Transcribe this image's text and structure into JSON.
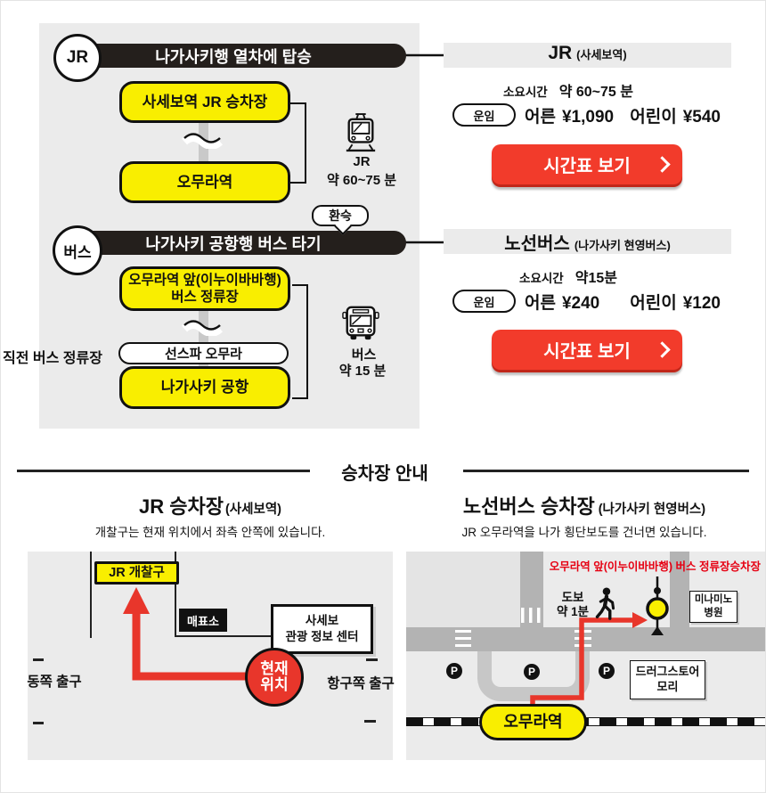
{
  "colors": {
    "yellow": "#f9ee00",
    "red_shape": "#e8362b",
    "red_text": "#e60012",
    "button_red": "#f23b2b",
    "panel_gray": "#ebebeb",
    "road_gray": "#b3b3b3",
    "banner_black": "#241f1c"
  },
  "flow": {
    "jr_badge": "JR",
    "jr_banner": "나가사키행 열차에 탑승",
    "jr_stop1": "사세보역 JR 승차장",
    "jr_stop2": "오무라역",
    "jr_mode": "JR",
    "jr_duration": "약 60~75 분",
    "transfer": "환승",
    "bus_badge": "버스",
    "bus_banner": "나가사키 공항행 버스 타기",
    "bus_stop1_l1": "오무라역 앞(이누이바바행)",
    "bus_stop1_l2": "버스 정류장",
    "prev_stop_label": "직전 버스 정류장",
    "mid_stop": "선스파 오무라",
    "bus_stop2": "나가사키 공항",
    "bus_mode": "버스",
    "bus_duration": "약 15 분"
  },
  "jr_panel": {
    "title": "JR",
    "subtitle": "(사세보역)",
    "time_label": "소요시간",
    "time_value": "약 60~75 분",
    "fare_label": "운임",
    "adult_label": "어른",
    "adult_fare": "¥1,090",
    "child_label": "어린이",
    "child_fare": "¥540",
    "button": "시간표 보기"
  },
  "bus_panel": {
    "title": "노선버스",
    "subtitle": "(나가사키 현영버스)",
    "time_label": "소요시간",
    "time_value": "약15분",
    "fare_label": "운임",
    "adult_label": "어른",
    "adult_fare": "¥240",
    "child_label": "어린이",
    "child_fare": "¥120",
    "button": "시간표 보기"
  },
  "guide": {
    "section_title": "승차장 안내",
    "jr_title": "JR 승차장",
    "jr_sub": "(사세보역)",
    "jr_desc": "개찰구는 현재 위치에서 좌측 안쪽에 있습니다.",
    "bus_title": "노선버스 승차장",
    "bus_sub": "(나가사키 현영버스)",
    "bus_desc": "JR 오무라역을 나가 횡단보도를 건너면 있습니다."
  },
  "left_map": {
    "gate": "JR 개찰구",
    "ticket_office": "매표소",
    "info_l1": "사세보",
    "info_l2": "관광 정보 센터",
    "current_l1": "현재",
    "current_l2": "위치",
    "east_exit": "동쪽 출구",
    "harbor_exit": "항구쪽 출구"
  },
  "right_map": {
    "stop_title": "오무라역 앞(이누이바바행) 버스 정류장승차장",
    "walk_l1": "도보",
    "walk_l2": "약 1분",
    "hospital_l1": "미나미노",
    "hospital_l2": "병원",
    "parking": "P",
    "drug_l1": "드러그스토어",
    "drug_l2": "모리",
    "station": "오무라역"
  }
}
